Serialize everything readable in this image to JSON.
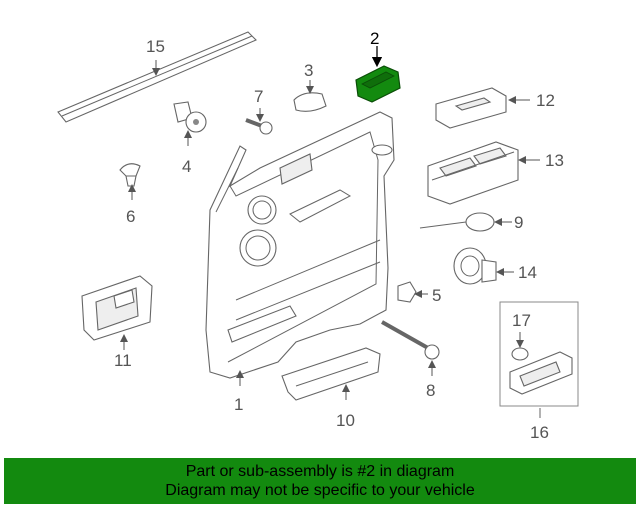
{
  "callouts": {
    "c1": "1",
    "c2": "2",
    "c3": "3",
    "c4": "4",
    "c5": "5",
    "c6": "6",
    "c7": "7",
    "c8": "8",
    "c9": "9",
    "c10": "10",
    "c11": "11",
    "c12": "12",
    "c13": "13",
    "c14": "14",
    "c15": "15",
    "c16": "16",
    "c17": "17"
  },
  "highlight_color": "#138a0f",
  "banner": {
    "line1": "Part or sub-assembly is #2 in diagram",
    "line2": "Diagram may not be specific to your vehicle"
  }
}
